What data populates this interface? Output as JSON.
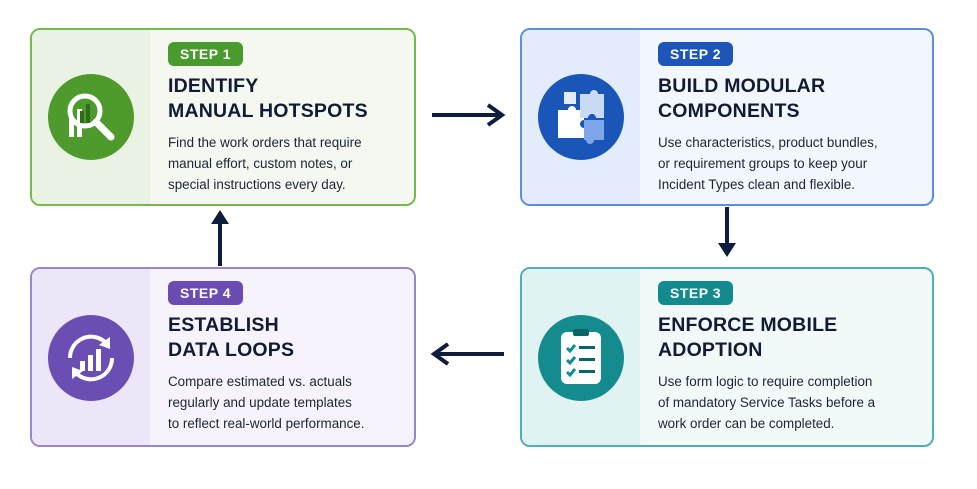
{
  "steps": [
    {
      "badge": "STEP 1",
      "title_lines": [
        "IDENTIFY",
        "MANUAL HOTSPOTS"
      ],
      "desc_lines": [
        "Find the work orders that require",
        "manual effort, custom notes, or",
        "special instructions every day."
      ],
      "icon": "magnifier-chart-icon",
      "accent": "#4a9b2e"
    },
    {
      "badge": "STEP 2",
      "title_lines": [
        "BUILD MODULAR",
        "COMPONENTS"
      ],
      "desc_lines": [
        "Use characteristics, product bundles,",
        "or requirement groups to keep your",
        "Incident Types clean and flexible."
      ],
      "icon": "puzzle-icon",
      "accent": "#1d56b8"
    },
    {
      "badge": "STEP 3",
      "title_lines": [
        "ENFORCE MOBILE",
        "ADOPTION"
      ],
      "desc_lines": [
        "Use form logic to require completion",
        "of mandatory Service Tasks before a",
        "work order can be completed."
      ],
      "icon": "checklist-icon",
      "accent": "#138a8e"
    },
    {
      "badge": "STEP 4",
      "title_lines": [
        "ESTABLISH",
        "DATA LOOPS"
      ],
      "desc_lines": [
        "Compare estimated vs. actuals",
        "regularly and update templates",
        "to reflect real-world performance."
      ],
      "icon": "cycle-chart-icon",
      "accent": "#6a4cb2"
    }
  ],
  "arrow_color": "#0f1d3d"
}
